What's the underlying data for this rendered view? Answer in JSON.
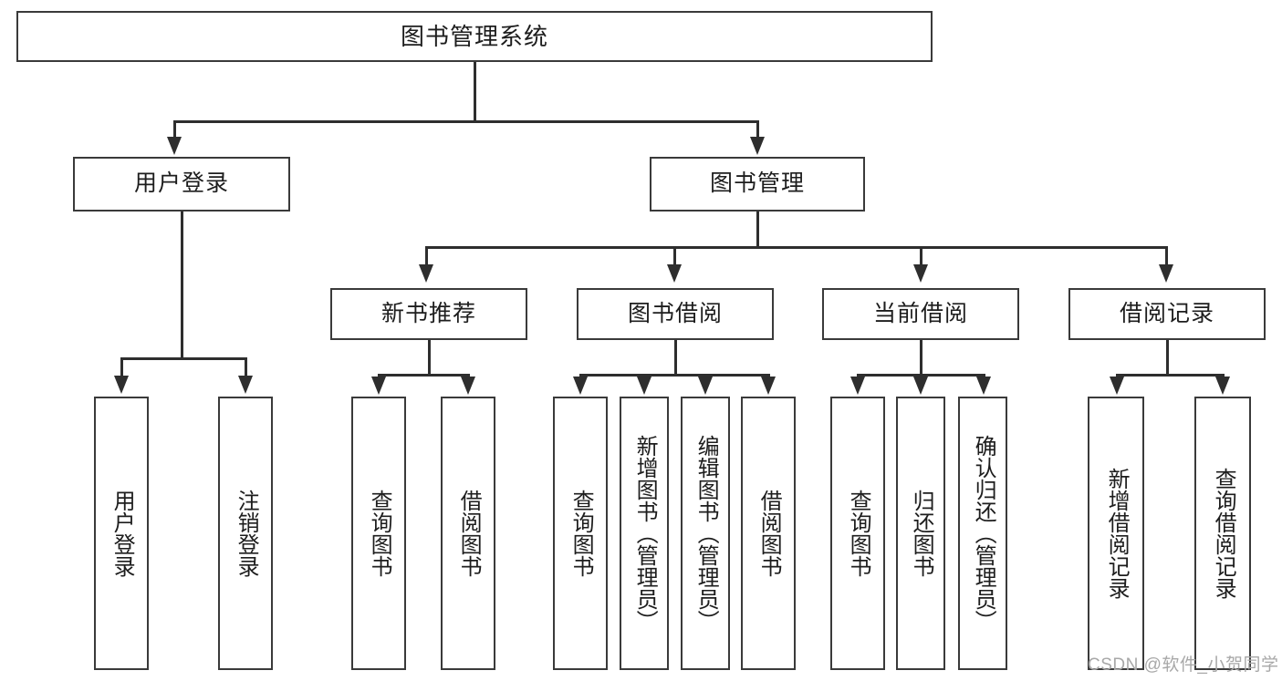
{
  "diagram": {
    "type": "hierarchy-tree",
    "title": "图书管理系统",
    "root": {
      "label": "图书管理系统",
      "orientation": "horizontal"
    },
    "level2": [
      {
        "label": "用户登录",
        "orientation": "horizontal"
      },
      {
        "label": "图书管理",
        "orientation": "horizontal"
      }
    ],
    "level3": [
      {
        "label": "新书推荐",
        "orientation": "horizontal"
      },
      {
        "label": "图书借阅",
        "orientation": "horizontal"
      },
      {
        "label": "当前借阅",
        "orientation": "horizontal"
      },
      {
        "label": "借阅记录",
        "orientation": "horizontal"
      }
    ],
    "leaves": {
      "user_login": [
        {
          "label": "用户登录",
          "orientation": "vertical"
        },
        {
          "label": "注销登录",
          "orientation": "vertical"
        }
      ],
      "new_book_recommend": [
        {
          "label": "查询图书",
          "orientation": "vertical"
        },
        {
          "label": "借阅图书",
          "orientation": "vertical"
        }
      ],
      "book_borrow": [
        {
          "label": "查询图书",
          "orientation": "vertical"
        },
        {
          "label": "新增图书（管理员）",
          "orientation": "vertical"
        },
        {
          "label": "编辑图书（管理员）",
          "orientation": "vertical"
        },
        {
          "label": "借阅图书",
          "orientation": "vertical"
        }
      ],
      "current_borrow": [
        {
          "label": "查询图书",
          "orientation": "vertical"
        },
        {
          "label": "归还图书",
          "orientation": "vertical"
        },
        {
          "label": "确认归还（管理员）",
          "orientation": "vertical"
        }
      ],
      "borrow_record": [
        {
          "label": "新增借阅记录",
          "orientation": "vertical"
        },
        {
          "label": "查询借阅记录",
          "orientation": "vertical"
        }
      ]
    }
  },
  "watermark": {
    "text": "CSDN @软件_小贺同学"
  },
  "colors": {
    "box_border": "#3a3a3a",
    "connector": "#2e2e2e",
    "background": "#ffffff",
    "text": "#1d1d1d",
    "watermark": "#a8a8a8"
  }
}
